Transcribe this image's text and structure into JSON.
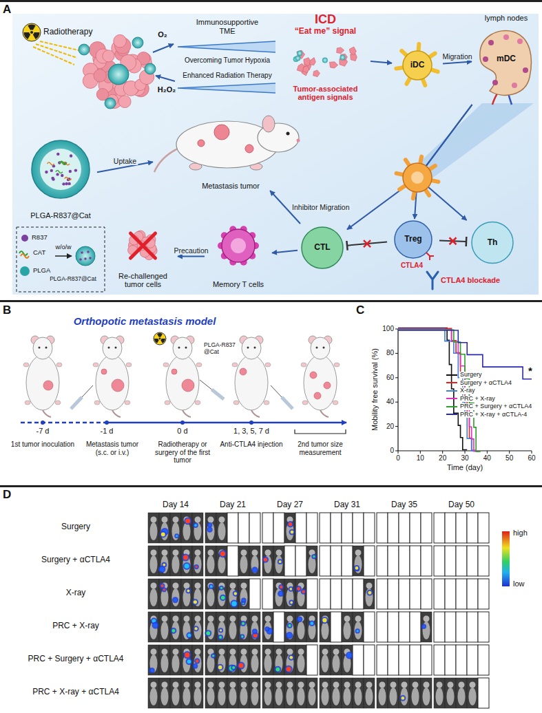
{
  "diagram": {
    "nodes": [
      {
        "text": [
          "ICD",
          "“Eat me” signal",
          "Tumor-associated antigen signals"
        ]
      },
      {
        "text": [
          "iDC"
        ]
      },
      {
        "text": [
          "lymph nodes",
          "mDC"
        ]
      },
      {
        "text": [
          "PLGA-R837@Cat"
        ]
      },
      {
        "text": [
          "Metastasis tumor"
        ]
      },
      {
        "text": [
          "Re-challenged tumor cells"
        ]
      },
      {
        "text": [
          "Memory T cells"
        ]
      },
      {
        "text": [
          "CTL"
        ]
      },
      {
        "text": [
          "Treg"
        ]
      },
      {
        "text": [
          "Th"
        ]
      }
    ],
    "edges": [
      {
        "from": 0,
        "to": 1,
        "arrow": "to"
      },
      {
        "from": 1,
        "to": 2,
        "arrow": "to",
        "label": "Migration"
      },
      {
        "from": 2,
        "to": 7,
        "arrow": "to"
      },
      {
        "from": 2,
        "to": 8,
        "arrow": "to"
      },
      {
        "from": 2,
        "to": 9,
        "arrow": "to"
      },
      {
        "from": 8,
        "to": 7,
        "arrow": "to"
      },
      {
        "from": 8,
        "to": 9,
        "arrow": "to"
      },
      {
        "from": 7,
        "to": 6,
        "arrow": "to"
      },
      {
        "from": 6,
        "to": 5,
        "arrow": "to",
        "label": "Precaution"
      },
      {
        "from": 7,
        "to": 4,
        "arrow": "to",
        "label": "Inhibitor Migration"
      },
      {
        "from": 3,
        "to": 4,
        "arrow": "to",
        "label": "Uptake"
      }
    ],
    "labels": [
      "A",
      "Radiotherapy",
      "O₂",
      "H₂O₂",
      "Immunosupportive TME",
      "Overcoming Tumor Hypoxia",
      "Enhanced Radiation Therapy",
      "R837",
      "CAT",
      "PLGA",
      "w/o/w",
      "PLGA-R837@Cat",
      "CTLA4",
      "CTLA4 blockade",
      "B",
      "Orthopotic metastasis model",
      "PLGA-R837 @Cat",
      "-7 d",
      "-1 d",
      "0 d",
      "1, 3, 5, 7 d",
      "1st tumor inoculation",
      "Metastasis tumor (s.c. or i.v.)",
      "Radiotherapy or surgery of the first tumor",
      "Anti-CTLA4 injection",
      "2nd tumor size measurement",
      "C",
      "Mobility free survival (%)",
      "Time (day)",
      "0",
      "20",
      "40",
      "60",
      "80",
      "100",
      "0",
      "10",
      "20",
      "30",
      "40",
      "50",
      "60",
      "*",
      "D",
      "Day 14",
      "Day 21",
      "Day 27",
      "Day 31",
      "Day 35",
      "Day 50",
      "Surgery",
      "Surgery + αCTLA4",
      "X-ray",
      "PRC + X-ray",
      "PRC + Surgery + αCTLA4",
      "PRC + X-ray + αCTLA4",
      "high",
      "low"
    ],
    "legend": [
      {
        "text": "Surgery"
      },
      {
        "text": "Surgery + αCTLA4"
      },
      {
        "text": "X-ray"
      },
      {
        "text": "PRC + X-ray"
      },
      {
        "text": "PRC + Surgery + αCTLA4"
      },
      {
        "text": "PRC + X-ray + αCTLA-4"
      }
    ]
  }
}
